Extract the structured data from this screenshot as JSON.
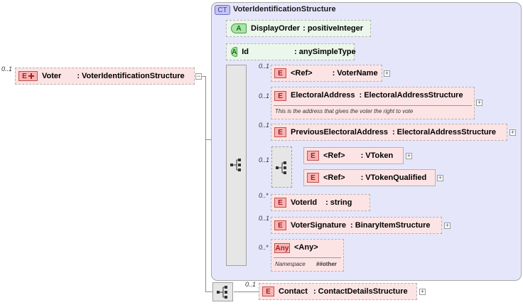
{
  "root": {
    "occurrence": "0..1",
    "badge": "E",
    "name": "Voter",
    "type": ": VoterIdentificationStructure"
  },
  "complex_type": {
    "badge": "CT",
    "name": "VoterIdentificationStructure",
    "attributes": [
      {
        "badge": "A",
        "name": "DisplayOrder",
        "type": ": positiveInteger"
      },
      {
        "badge": "A",
        "name": "Id",
        "type": ": anySimpleType"
      }
    ],
    "elements": [
      {
        "occurrence": "0..1",
        "badge": "E",
        "name": "<Ref>",
        "type": ": VoterName"
      },
      {
        "occurrence": "0..1",
        "badge": "E",
        "name": "ElectoralAddress",
        "type": ": ElectoralAddressStructure",
        "doc": "This is the address that gives the voter the right to vote"
      },
      {
        "occurrence": "0..1",
        "badge": "E",
        "name": "PreviousElectoralAddress",
        "type": ": ElectoralAddressStructure"
      },
      {
        "occurrence": "0..1"
      },
      {
        "occurrence": "0..*",
        "badge": "E",
        "name": "VoterId",
        "type": ": string"
      },
      {
        "occurrence": "0..1",
        "badge": "E",
        "name": "VoterSignature",
        "type": ": BinaryItemStructure"
      },
      {
        "occurrence": "0..*",
        "badge": "Any",
        "name": "<Any>",
        "namespace_label": "Namespace",
        "namespace_value": "##other"
      }
    ],
    "sub_sequence": [
      {
        "badge": "E",
        "name": "<Ref>",
        "type": ": VToken"
      },
      {
        "badge": "E",
        "name": "<Ref>",
        "type": ": VTokenQualified"
      }
    ]
  },
  "contact": {
    "occurrence": "0..1",
    "badge": "E",
    "name": "Contact",
    "type": ": ContactDetailsStructure"
  },
  "colors": {
    "element_fill": "#fde4e4",
    "complex_type_fill": "#e6e6fb",
    "attribute_badge": "#a8e6a8",
    "element_badge": "#f9b4b4"
  }
}
